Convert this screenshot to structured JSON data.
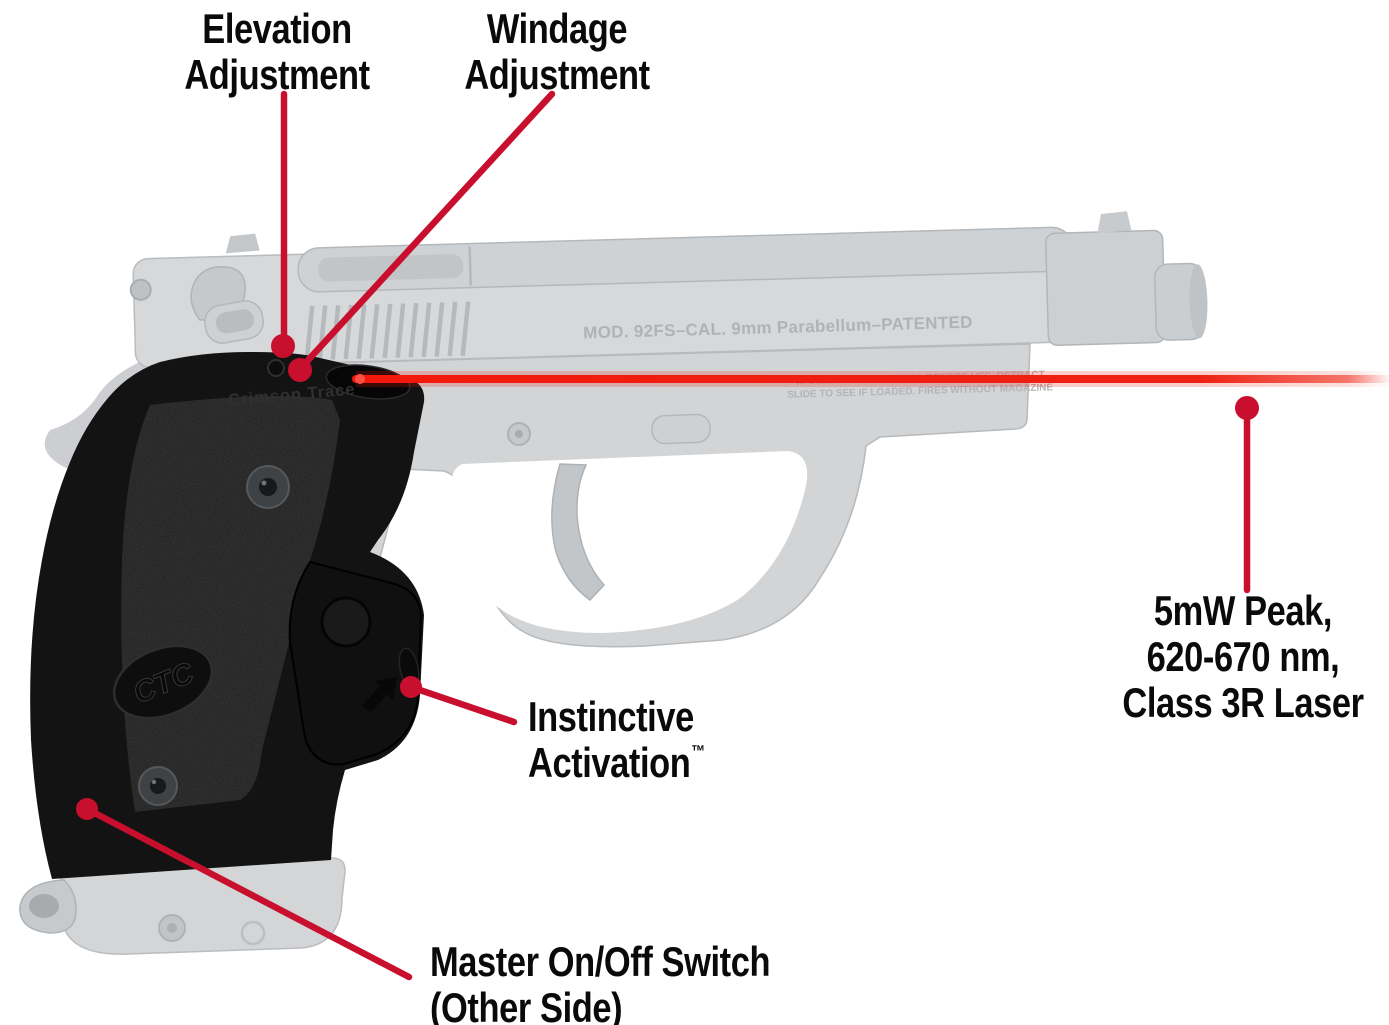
{
  "colors": {
    "background": "#ffffff",
    "callout_red": "#c8102e",
    "laser_red": "#ee1c0f",
    "gun_gray": "#d4d6d8",
    "grip_black": "#131313"
  },
  "callouts": {
    "elevation": {
      "line1": "Elevation",
      "line2": "Adjustment"
    },
    "windage": {
      "line1": "Windage",
      "line2": "Adjustment"
    },
    "laser_spec": {
      "line1": "5mW Peak,",
      "line2": "620-670 nm,",
      "line3": "Class 3R Laser"
    },
    "instinctive": {
      "line1": "Instinctive",
      "line2": "Activation",
      "trademark": "™"
    },
    "master": {
      "line1": "Master On/Off Switch",
      "line2": "(Other Side)"
    }
  },
  "gun_markings": {
    "slide_text": "MOD. 92FS–CAL. 9mm Parabellum–PATENTED",
    "frame_warning_line1": "WARNING: READ MANUAL BEFORE USE. RETRACT",
    "frame_warning_line2": "SLIDE TO SEE IF LOADED. FIRES WITHOUT MAGAZINE",
    "grip_brand": "Crimson Trace",
    "grip_logo": "CTC"
  }
}
